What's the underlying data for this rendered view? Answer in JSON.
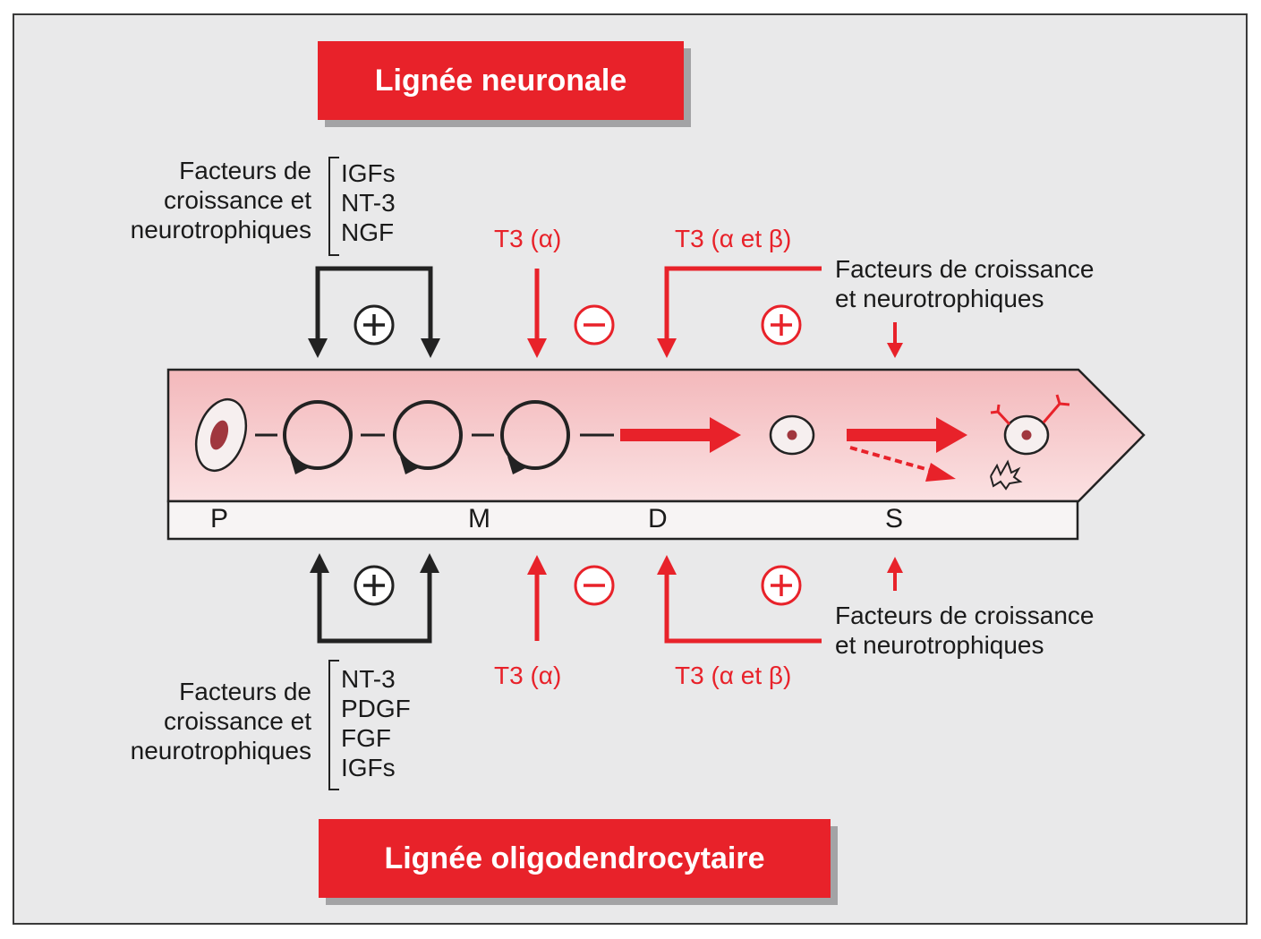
{
  "title_top": "Lignée neuronale",
  "title_bottom": "Lignée oligodendrocytaire",
  "top_left": {
    "label_lines": [
      "Facteurs de",
      "croissance et",
      "neurotrophiques"
    ],
    "factors": [
      "IGFs",
      "NT-3",
      "NGF"
    ]
  },
  "bottom_left": {
    "label_lines": [
      "Facteurs de",
      "croissance et",
      "neurotrophiques"
    ],
    "factors": [
      "NT-3",
      "PDGF",
      "FGF",
      "IGFs"
    ]
  },
  "top_t3_alpha": "T3 (α)",
  "top_t3_alpha_beta": "T3 (α et β)",
  "bottom_t3_alpha": "T3 (α)",
  "bottom_t3_alpha_beta": "T3 (α et β)",
  "top_right_factors": [
    "Facteurs de croissance",
    "et neurotrophiques"
  ],
  "bottom_right_factors": [
    "Facteurs de croissance",
    "et neurotrophiques"
  ],
  "signs": {
    "plus": "+",
    "minus": "−"
  },
  "stages": [
    "P",
    "M",
    "D",
    "S"
  ],
  "colors": {
    "accent_red": "#e8222a",
    "band_pink": "#f6c9cb",
    "frame_gray": "#e9e9ea",
    "title_shadow": "#a3a3a5"
  }
}
